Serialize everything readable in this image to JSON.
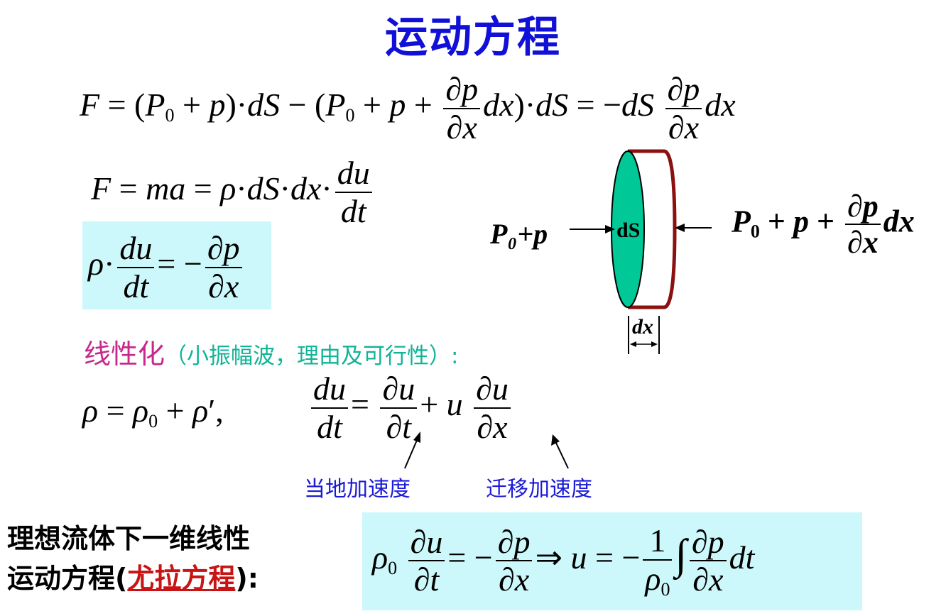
{
  "slide": {
    "title": "运动方程"
  },
  "equations": {
    "force_balance": "F = (P₀ + p)·dS − (P₀ + p + ∂p/∂x dx)·dS = −dS ∂p/∂x dx",
    "newton": "F = ma = ρ·dS·dx·du/dt",
    "motion": "ρ·du/dt = −∂p/∂x",
    "density": "ρ = ρ₀ + ρ′,",
    "material_derivative": "du/dt = ∂u/∂t + u ∂u/∂x",
    "euler_linear": "ρ₀ ∂u/∂t = −∂p/∂x ⇒ u = −1/ρ₀ ∫ ∂p/∂x dt"
  },
  "diagram": {
    "left_label": "P₀+p",
    "area_label": "dS",
    "right_label": "P₀ + p + ∂p/∂x dx",
    "width_label": "dx",
    "face_color": "#00c896",
    "edge_color": "#8b1010"
  },
  "linearize": {
    "heading": "线性化",
    "note": "（小振幅波，理由及可行性）:"
  },
  "annotations": {
    "local_accel": "当地加速度",
    "convective_accel": "迁移加速度"
  },
  "conclusion": {
    "line1": "理想流体下一维线性",
    "line2_prefix": "运动方程(",
    "line2_link": "尤拉方程",
    "line2_suffix": "):"
  },
  "colors": {
    "title": "#1010d8",
    "box": "#ccf8fb",
    "heading": "#c8288c",
    "note": "#10b496",
    "annotation": "#1a1ad8",
    "link": "#c81414"
  }
}
